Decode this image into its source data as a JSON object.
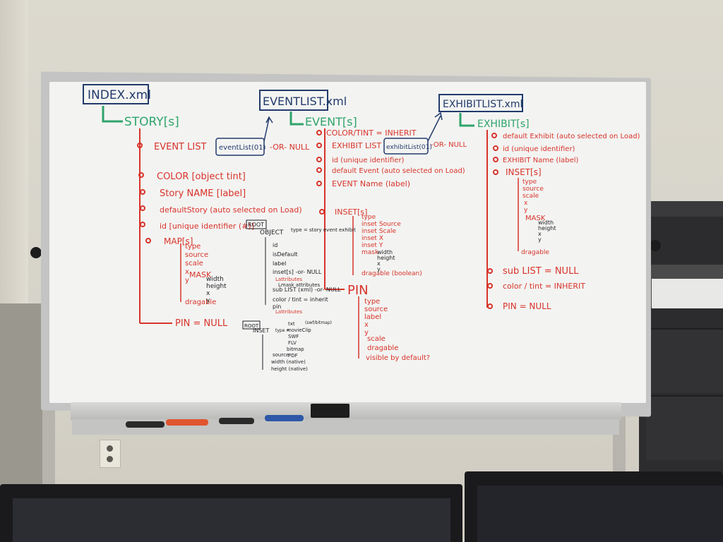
{
  "whiteboard": {
    "index": {
      "title": "INDEX.xml",
      "child": "STORY[s]"
    },
    "story_items": [
      "EVENT LIST",
      "COLOR [object tint]",
      "Story NAME [label]",
      "defaultStory (auto selected on Load)",
      "id [unique identifier (#)]",
      "MAP[s]"
    ],
    "story_eventlist_box": "eventList(01)",
    "story_eventlist_or": "-OR- NULL",
    "map_items": [
      "type",
      "source",
      "scale",
      "x",
      "y",
      "MASK",
      "dragable"
    ],
    "mask_items": [
      "width",
      "height",
      "x",
      "y"
    ],
    "story_pin": "PIN = NULL",
    "eventlist": {
      "title": "EVENTLIST.xml",
      "child": "EVENT[s]"
    },
    "event_items": [
      "COLOR/TINT = INHERIT",
      "EXHIBIT LIST",
      "id (unique identifier)",
      "default Event (auto selected on Load)",
      "EVENT Name (label)",
      "INSET[s]"
    ],
    "event_exhibit_box": "exhibitList(01)",
    "event_exhibit_or": "-OR- NULL",
    "event_inset_items": [
      "type",
      "inset Source",
      "inset Scale",
      "inset X",
      "inset Y",
      "mask",
      "dragable (boolean)"
    ],
    "event_mask_items": [
      "width",
      "height",
      "x",
      "y"
    ],
    "pin_label": "PIN",
    "pin_items": [
      "type",
      "source",
      "label",
      "x",
      "y",
      "scale",
      "dragable",
      "visible by default?"
    ],
    "root1": {
      "label": "ROOT",
      "object": "OBJECT",
      "type_note": "type = story event exhibit",
      "items": [
        "id",
        "isDefault",
        "label",
        "inset[s] -or- NULL",
        "sub LIST (xml) -or- NULL",
        "color / tint = inherit",
        "pin"
      ],
      "attr_notes": [
        "Lattributes",
        "Lmask attributes",
        "Lattributes"
      ]
    },
    "root2": {
      "label": "ROOT",
      "inset": "INSET",
      "type_note": "type =",
      "types": [
        "txt",
        "movieClip",
        "SWF",
        "FLV",
        "bitmap",
        "PDF"
      ],
      "type_extra": "(swf/bitmap)",
      "items": [
        "source",
        "width (native)",
        "height (native)"
      ]
    },
    "exhibitlist": {
      "title": "EXHIBITLIST.xml",
      "child": "EXHIBIT[s]"
    },
    "exhibit_items": [
      "default Exhibit (auto selected on Load)",
      "id (unique identifier)",
      "EXHIBIT Name (label)",
      "INSET[s]"
    ],
    "exhibit_inset_items": [
      "type",
      "source",
      "scale",
      "x",
      "y",
      "MASK",
      "dragable"
    ],
    "exhibit_mask_items": [
      "width",
      "height",
      "x",
      "y"
    ],
    "exhibit_tail": [
      "sub LIST = NULL",
      "color / tint = INHERIT",
      "PIN = NULL"
    ]
  },
  "colors": {
    "red": "#d8332a",
    "green": "#2fa36a",
    "navy": "#223a6b",
    "black": "#1e1e22"
  }
}
